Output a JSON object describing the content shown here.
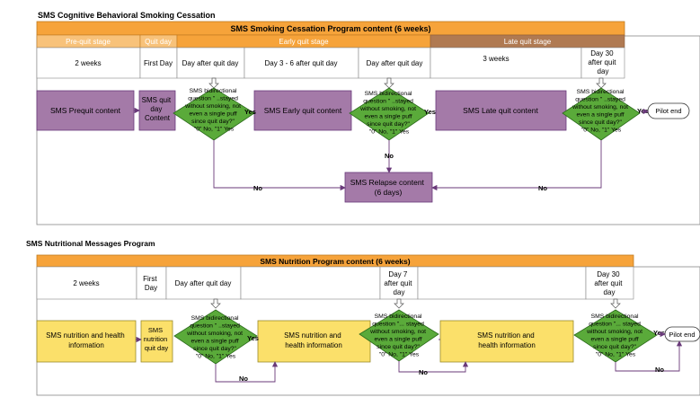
{
  "top": {
    "section_title": "SMS Cognitive Behavioral Smoking Cessation",
    "banner": "SMS Smoking Cessation Program content  (6 weeks)",
    "stages": {
      "prequit": "Pre-quit stage",
      "quitday": "Quit day",
      "early": "Early quit stage",
      "late": "Late quit stage"
    },
    "timeline": {
      "weeks2": "2 weeks",
      "firstday": "First Day",
      "dayafter": "Day after quit day",
      "day3_6": "Day 3 - 6  after quit day",
      "dayafter2": "Day after quit day",
      "weeks3": "3 weeks",
      "day30": [
        "Day 30",
        "after quit",
        "day"
      ]
    },
    "boxes": {
      "prequit": "SMS Prequit content",
      "quitday": [
        "SMS quit",
        "day",
        "Content"
      ],
      "early": "SMS Early quit content",
      "late": "SMS Late quit content",
      "relapse": [
        "SMS Relapse content",
        "(6 days)"
      ]
    },
    "question": [
      "SMS bidirectional",
      "question \" ..stayed",
      "without smoking, not",
      "even a single puff",
      "since quit day?\"",
      "\"0\" No, \"1\" Yes"
    ],
    "yes": "Yes",
    "no": "No",
    "end": "Pilot end"
  },
  "bottom": {
    "section_title": "SMS Nutritional Messages Program",
    "banner": "SMS Nutrition Program content  (6 weeks)",
    "timeline": {
      "weeks2": "2 weeks",
      "firstday": [
        "First",
        "Day"
      ],
      "dayafter": "Day after quit day",
      "day7": [
        "Day 7",
        "after quit",
        "day"
      ],
      "day30": [
        "Day 30",
        "after quit",
        "day"
      ]
    },
    "boxes": {
      "nutrition1": [
        "SMS nutrition and health",
        "information"
      ],
      "quitday": [
        "SMS",
        "nutrition",
        "quit day"
      ],
      "nutrition2": [
        "SMS nutrition and",
        "health information"
      ],
      "nutrition3": [
        "SMS nutrition and",
        "health information"
      ]
    },
    "question": [
      "SMS bidirectional",
      "question \" ..stayed",
      "without smoking, not",
      "even a single puff",
      "since quit day?\"",
      "\"0\" No, \"1\" Yes"
    ],
    "question2": [
      "SMS bidirectional",
      "question \"... stayed",
      "without smoking, not",
      "even a single puff",
      "since quit day?\"",
      "\"0\" No, \"1\" Yes"
    ],
    "yes": "Yes",
    "no": "No",
    "end": "Pilot end"
  },
  "colors": {
    "banner": "#f6a33a",
    "stage_light": "#f8c27a",
    "stage_dark": "#b07a52",
    "purple": "#a47aa8",
    "green": "#5aaa3a",
    "yellow": "#fbe06a",
    "line": "#6a3a7a"
  }
}
